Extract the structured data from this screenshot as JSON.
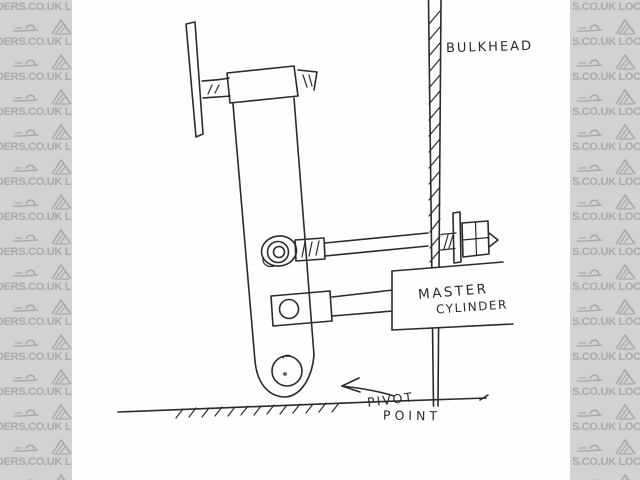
{
  "watermark": {
    "rows": 14,
    "left_text": "DERS.CO.UK LOC",
    "right_text": "S.CO.UK LOCOST",
    "bar_background": "#d2d2d2",
    "glyph_color": "#a9a9a9"
  },
  "sketch": {
    "paper_color": "#fefefe",
    "ink_color": "#2b2b2b",
    "labels": {
      "bulkhead": "BULKHEAD",
      "master_cylinder_line1": "MASTER",
      "master_cylinder_line2": "CYLINDER",
      "pivot_label_line1": "PIVOT",
      "pivot_label_line2": "POINT"
    }
  }
}
